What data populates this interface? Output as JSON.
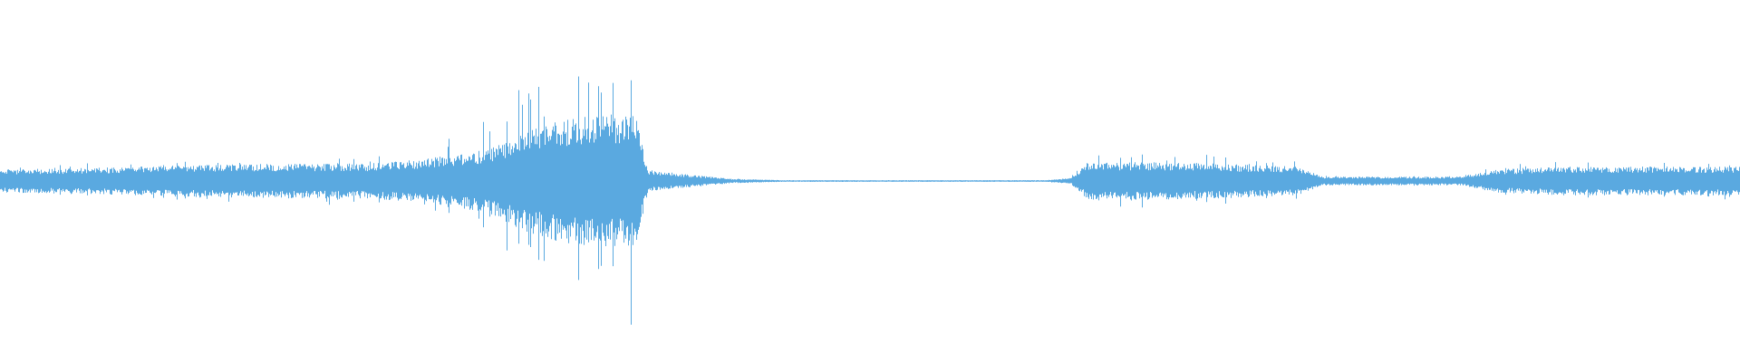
{
  "waveform": {
    "color": "#5aa9e0",
    "background": "#ffffff",
    "amplitude_profile": [
      [
        0.0,
        0.08,
        0.0
      ],
      [
        0.05,
        0.09,
        0.15
      ],
      [
        0.11,
        0.11,
        0.15
      ],
      [
        0.16,
        0.12,
        0.2
      ],
      [
        0.21,
        0.12,
        0.25
      ],
      [
        0.24,
        0.15,
        0.3
      ],
      [
        0.26,
        0.18,
        0.4
      ],
      [
        0.28,
        0.22,
        0.55
      ],
      [
        0.3,
        0.34,
        0.7
      ],
      [
        0.32,
        0.42,
        0.8
      ],
      [
        0.345,
        0.46,
        0.85
      ],
      [
        0.365,
        0.46,
        0.8
      ],
      [
        0.372,
        0.08,
        0.4
      ],
      [
        0.38,
        0.06,
        0.3
      ],
      [
        0.4,
        0.04,
        0.2
      ],
      [
        0.42,
        0.015,
        0.1
      ],
      [
        0.45,
        0.006,
        0.0
      ],
      [
        0.6,
        0.006,
        0.0
      ],
      [
        0.615,
        0.02,
        0.1
      ],
      [
        0.625,
        0.13,
        0.4
      ],
      [
        0.66,
        0.13,
        0.4
      ],
      [
        0.7,
        0.12,
        0.35
      ],
      [
        0.745,
        0.1,
        0.2
      ],
      [
        0.76,
        0.03,
        0.05
      ],
      [
        0.84,
        0.03,
        0.05
      ],
      [
        0.86,
        0.08,
        0.15
      ],
      [
        0.9,
        0.1,
        0.2
      ],
      [
        0.95,
        0.1,
        0.2
      ],
      [
        1.0,
        0.1,
        0.25
      ]
    ]
  }
}
